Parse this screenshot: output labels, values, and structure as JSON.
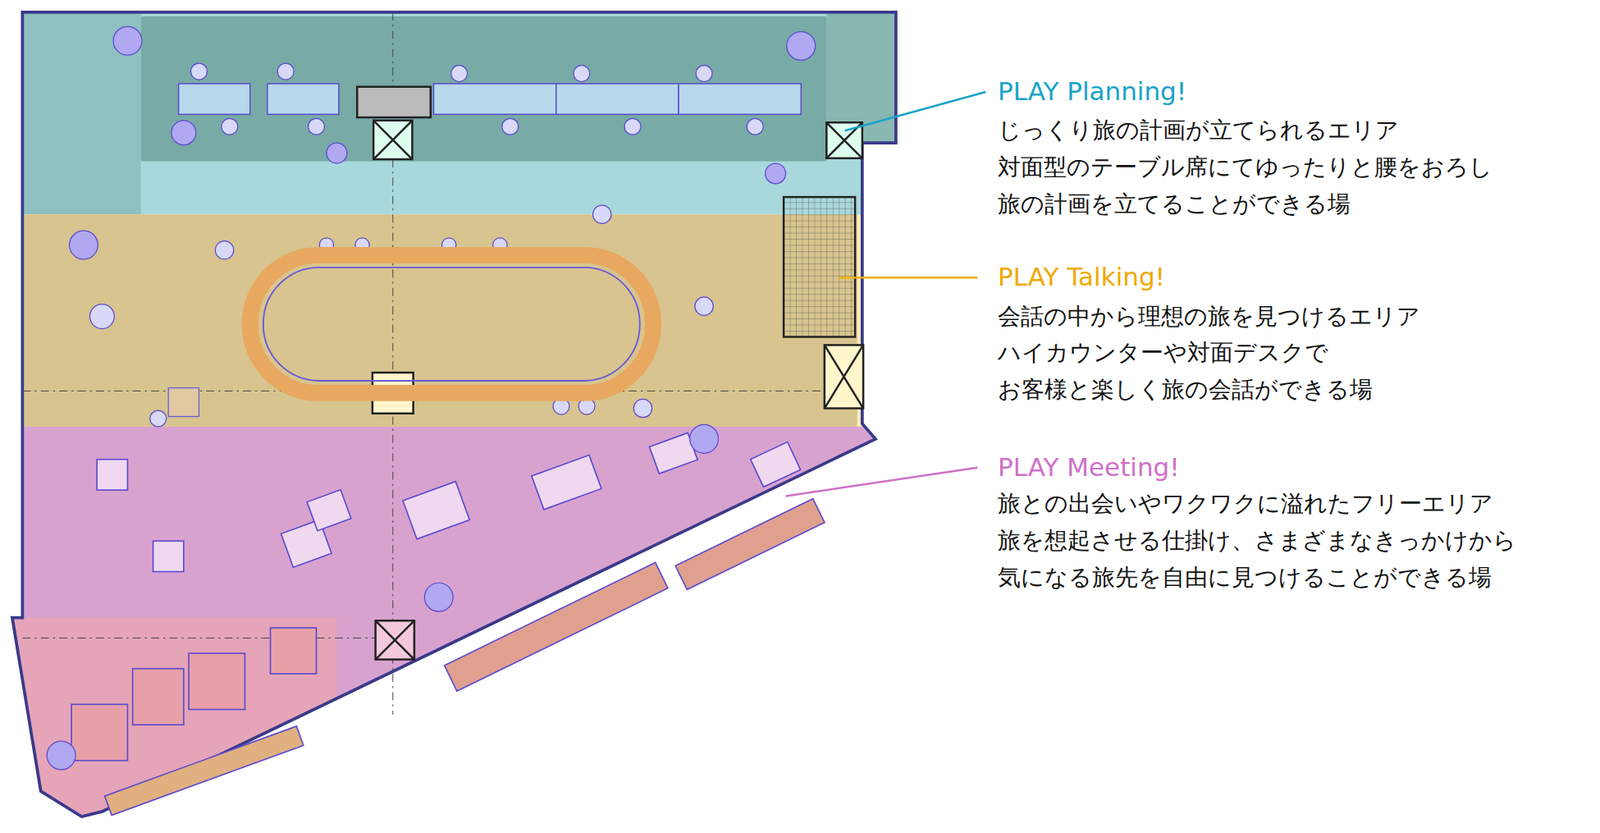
{
  "diagram": {
    "labels": [
      "PLAY Planning!",
      "じっくり旅の計画が立てられるエリア",
      "対面型のテーブル席にてゆったりと腰をおろし",
      "旅の計画を立てることができる場",
      "PLAY Talking!",
      "会話の中から理想の旅を見つけるエリア",
      "ハイカウンターや対面デスクで",
      "お客様と楽しく旅の会話ができる場",
      "PLAY Meeting!",
      "旅との出会いやワクワクに溢れたフリーエリア",
      "旅を想起させる仕掛け、さまざまなきっかけから",
      "気になる旅先を自由に見つけることができる場"
    ]
  }
}
